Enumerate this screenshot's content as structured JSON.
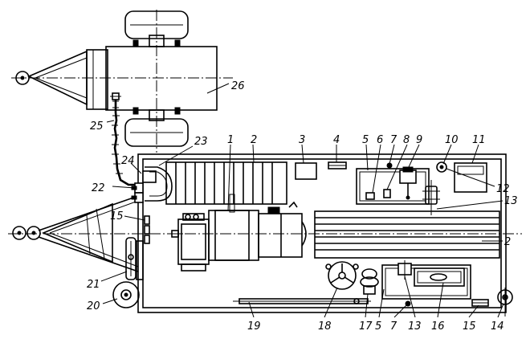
{
  "labels": {
    "l1": "1",
    "l2a": "2",
    "l2b": "2",
    "l3": "3",
    "l4": "4",
    "l5a": "5",
    "l5b": "5",
    "l6": "6",
    "l7a": "7",
    "l7b": "7",
    "l8": "8",
    "l9": "9",
    "l10": "10",
    "l11": "11",
    "l12": "12",
    "l13a": "13",
    "l13b": "13",
    "l14": "14",
    "l15a": "15",
    "l15b": "15",
    "l16": "16",
    "l17": "17",
    "l18": "18",
    "l19": "19",
    "l20": "20",
    "l21": "21",
    "l22": "22",
    "l23": "23",
    "l24": "24",
    "l25": "25",
    "l26": "26"
  }
}
